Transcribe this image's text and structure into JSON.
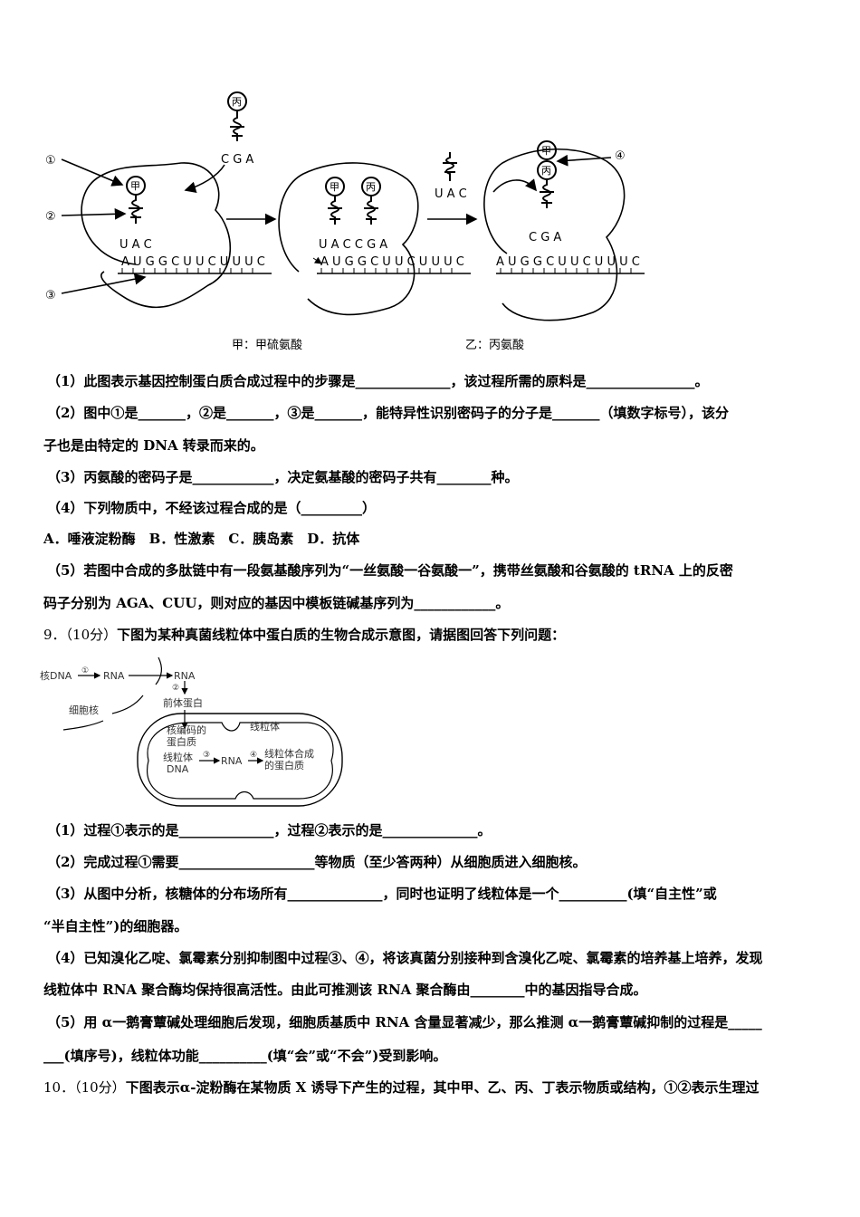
{
  "figure1": {
    "labels": {
      "c1": "①",
      "c2": "②",
      "c3": "③",
      "c4": "④"
    },
    "amino": {
      "jia": "甲",
      "bing": "丙"
    },
    "anticodons": {
      "uac": "U A C",
      "cga": "C G A",
      "uaccga": "U A C C G A"
    },
    "mrna": "A U G G C U U C U U U C",
    "captions": {
      "left": "甲：甲硫氨酸",
      "right": "乙：丙氨酸"
    }
  },
  "figure2": {
    "he_dna": "核DNA",
    "rna1": "RNA",
    "rna2": "RNA",
    "circ1": "①",
    "circ2": "②",
    "nucleus": "细胞核",
    "precursor": "前体蛋白",
    "mito": "线粒体",
    "nuc_protein_1": "核编码的",
    "nuc_protein_2": "蛋白质",
    "mito_dna_1": "线粒体",
    "mito_dna_2": "DNA",
    "circ3": "③",
    "rna3": "RNA",
    "circ4": "④",
    "mito_protein_1": "线粒体合成",
    "mito_protein_2": "的蛋白质"
  },
  "text": {
    "l1": "（1）此图表示基因控制蛋白质合成过程中的步骤是______________，该过程所需的原料是________________。",
    "l2": "（2）图中①是_______，②是_______，③是_______，能特异性识别密码子的分子是_______（填数字标号），该分",
    "l3": "子也是由特定的 DNA 转录而来的。",
    "l4": "（3）丙氨酸的密码子是____________，决定氨基酸的密码子共有________种。",
    "l5": "（4）下列物质中，不经该过程合成的是（_________）",
    "l6": "A．唾液淀粉酶　B．性激素　C．胰岛素　D．抗体",
    "l7": "（5）若图中合成的多肽链中有一段氨基酸序列为“一丝氨酸一谷氨酸一”，携带丝氨酸和谷氨酸的 tRNA 上的反密",
    "l8": "码子分别为 AGA、CUU，则对应的基因中模板链碱基序列为____________。",
    "q9_num": "9．（10分）",
    "q9": "下图为某种真菌线粒体中蛋白质的生物合成示意图，请据图回答下列问题：",
    "m1": "（1）过程①表示的是______________，过程②表示的是______________。",
    "m2": "（2）完成过程①需要____________________等物质（至少答两种）从细胞质进入细胞核。",
    "m3": "（3）从图中分析，核糖体的分布场所有______________，同时也证明了线粒体是一个__________(填“自主性”或",
    "m4": "“半自主性”)的细胞器。",
    "m5": "（4）已知溴化乙啶、氯霉素分别抑制图中过程③、④，将该真菌分别接种到含溴化乙啶、氯霉素的培养基上培养，发现",
    "m6": "线粒体中 RNA 聚合酶均保持很高活性。由此可推测该 RNA 聚合酶由________中的基因指导合成。",
    "m7": "（5）用 α一鹅膏蕈碱处理细胞后发现，细胞质基质中 RNA 含量显著减少，那么推测 α一鹅膏蕈碱抑制的过程是_____",
    "m8": "___(填序号)，线粒体功能__________(填“会”或“不会”)受到影响。",
    "q10_num": "10．（10分）",
    "q10": "下图表示α-淀粉酶在某物质 X 诱导下产生的过程，其中甲、乙、丙、丁表示物质或结构，①②表示生理过"
  }
}
